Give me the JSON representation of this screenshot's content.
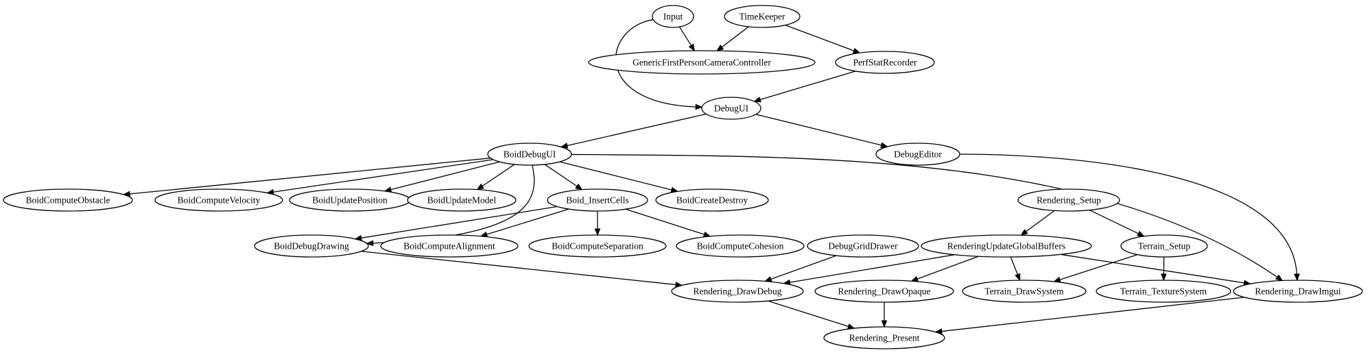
{
  "diagram": {
    "nodes": [
      {
        "id": "input",
        "label": "Input"
      },
      {
        "id": "timekeeper",
        "label": "TimeKeeper"
      },
      {
        "id": "gfpcc",
        "label": "GenericFirstPersonCameraController"
      },
      {
        "id": "perfstat",
        "label": "PerfStatRecorder"
      },
      {
        "id": "debugui",
        "label": "DebugUI"
      },
      {
        "id": "boiddebugui",
        "label": "BoidDebugUI"
      },
      {
        "id": "debugeditor",
        "label": "DebugEditor"
      },
      {
        "id": "boidcomputeobstacle",
        "label": "BoidComputeObstacle"
      },
      {
        "id": "boidcomputevelocity",
        "label": "BoidComputeVelocity"
      },
      {
        "id": "boidupdateposition",
        "label": "BoidUpdatePosition"
      },
      {
        "id": "boidupdatemodel",
        "label": "BoidUpdateModel"
      },
      {
        "id": "boidinsertcells",
        "label": "Boid_InsertCells"
      },
      {
        "id": "boidcreatedestroy",
        "label": "BoidCreateDestroy"
      },
      {
        "id": "renderingsetup",
        "label": "Rendering_Setup"
      },
      {
        "id": "boiddebugdrawing",
        "label": "BoidDebugDrawing"
      },
      {
        "id": "boidcomputealignment",
        "label": "BoidComputeAlignment"
      },
      {
        "id": "boidcomputeseparation",
        "label": "BoidComputeSeparation"
      },
      {
        "id": "boidcomputecohesion",
        "label": "BoidComputeCohesion"
      },
      {
        "id": "debuggriddrawer",
        "label": "DebugGridDrawer"
      },
      {
        "id": "renderingupdateglobalbuffers",
        "label": "RenderingUpdateGlobalBuffers"
      },
      {
        "id": "terrainsetup",
        "label": "Terrain_Setup"
      },
      {
        "id": "renderingdrawdebug",
        "label": "Rendering_DrawDebug"
      },
      {
        "id": "renderingdrawopaque",
        "label": "Rendering_DrawOpaque"
      },
      {
        "id": "terraindrawsystem",
        "label": "Terrain_DrawSystem"
      },
      {
        "id": "terraintexturesystem",
        "label": "Terrain_TextureSystem"
      },
      {
        "id": "renderingdrawimgui",
        "label": "Rendering_DrawImgui"
      },
      {
        "id": "renderingpresent",
        "label": "Rendering_Present"
      }
    ],
    "edges": [
      {
        "from": "input",
        "to": "gfpcc"
      },
      {
        "from": "input",
        "to": "debugui"
      },
      {
        "from": "timekeeper",
        "to": "gfpcc"
      },
      {
        "from": "timekeeper",
        "to": "perfstat"
      },
      {
        "from": "perfstat",
        "to": "debugui"
      },
      {
        "from": "debugui",
        "to": "boiddebugui"
      },
      {
        "from": "debugui",
        "to": "debugeditor"
      },
      {
        "from": "boiddebugui",
        "to": "boidcomputeobstacle"
      },
      {
        "from": "boiddebugui",
        "to": "boidcomputevelocity"
      },
      {
        "from": "boiddebugui",
        "to": "boidupdateposition"
      },
      {
        "from": "boiddebugui",
        "to": "boidupdatemodel"
      },
      {
        "from": "boiddebugui",
        "to": "boidinsertcells"
      },
      {
        "from": "boiddebugui",
        "to": "boidcreatedestroy"
      },
      {
        "from": "boiddebugui",
        "to": "boiddebugdrawing"
      },
      {
        "from": "boiddebugui",
        "to": "renderingdrawimgui"
      },
      {
        "from": "debugeditor",
        "to": "renderingdrawimgui"
      },
      {
        "from": "boidinsertcells",
        "to": "boiddebugdrawing"
      },
      {
        "from": "boidinsertcells",
        "to": "boidcomputealignment"
      },
      {
        "from": "boidinsertcells",
        "to": "boidcomputeseparation"
      },
      {
        "from": "boidinsertcells",
        "to": "boidcomputecohesion"
      },
      {
        "from": "boiddebugdrawing",
        "to": "renderingdrawdebug"
      },
      {
        "from": "debuggriddrawer",
        "to": "renderingdrawdebug"
      },
      {
        "from": "renderingsetup",
        "to": "renderingupdateglobalbuffers"
      },
      {
        "from": "renderingsetup",
        "to": "terrainsetup"
      },
      {
        "from": "renderingupdateglobalbuffers",
        "to": "renderingdrawdebug"
      },
      {
        "from": "renderingupdateglobalbuffers",
        "to": "renderingdrawopaque"
      },
      {
        "from": "renderingupdateglobalbuffers",
        "to": "terraindrawsystem"
      },
      {
        "from": "renderingupdateglobalbuffers",
        "to": "renderingdrawimgui"
      },
      {
        "from": "terrainsetup",
        "to": "terraindrawsystem"
      },
      {
        "from": "terrainsetup",
        "to": "terraintexturesystem"
      },
      {
        "from": "renderingdrawdebug",
        "to": "renderingpresent"
      },
      {
        "from": "renderingdrawopaque",
        "to": "renderingpresent"
      },
      {
        "from": "renderingdrawimgui",
        "to": "renderingpresent"
      }
    ]
  }
}
